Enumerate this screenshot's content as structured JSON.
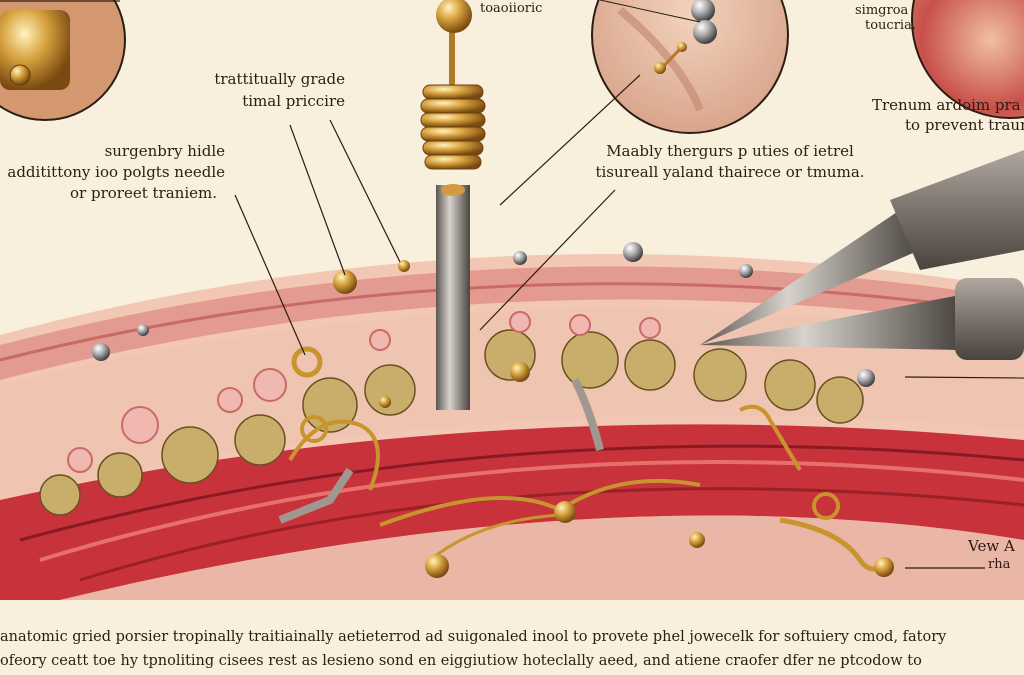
{
  "labels": {
    "top_center": "toaoiioric",
    "needle_grade_1": "trattitually grade",
    "needle_grade_2": "timal priccire",
    "surgery_1": "surgenbry hidle",
    "surgery_2": "additittony ioo polgts needle",
    "surgery_3": "or proreet traniem.",
    "ear_1": "Maably thergurs p uties of ietrel",
    "ear_2": "tisureall yaland thairece or tmuma.",
    "top_right_1": "simgroa",
    "top_right_2": "toucria.",
    "right_1": "Trenum ardoim pra",
    "right_2": "to prevent traum",
    "view_1": "Vew A",
    "view_2": "rha"
  },
  "caption": {
    "line1": "anatomic gried porsier tropinally traitiainally aetieterrod ad suigonaled inool to provete phel jowecelk for softuiery cmod, fatory",
    "line2": "ofeory ceatt toe hy tpnoliting cisees rest as lesieno sond en eiggiutiow hoteclally aeed, and atiene craofer dfer ne ptcodow to"
  },
  "colors": {
    "background": "#f8efdc",
    "skin": "#e8a79a",
    "muscle": "#c8323a",
    "fat": "#c9ad6a",
    "gold": "#c8942e",
    "steel": "#9a938c"
  }
}
